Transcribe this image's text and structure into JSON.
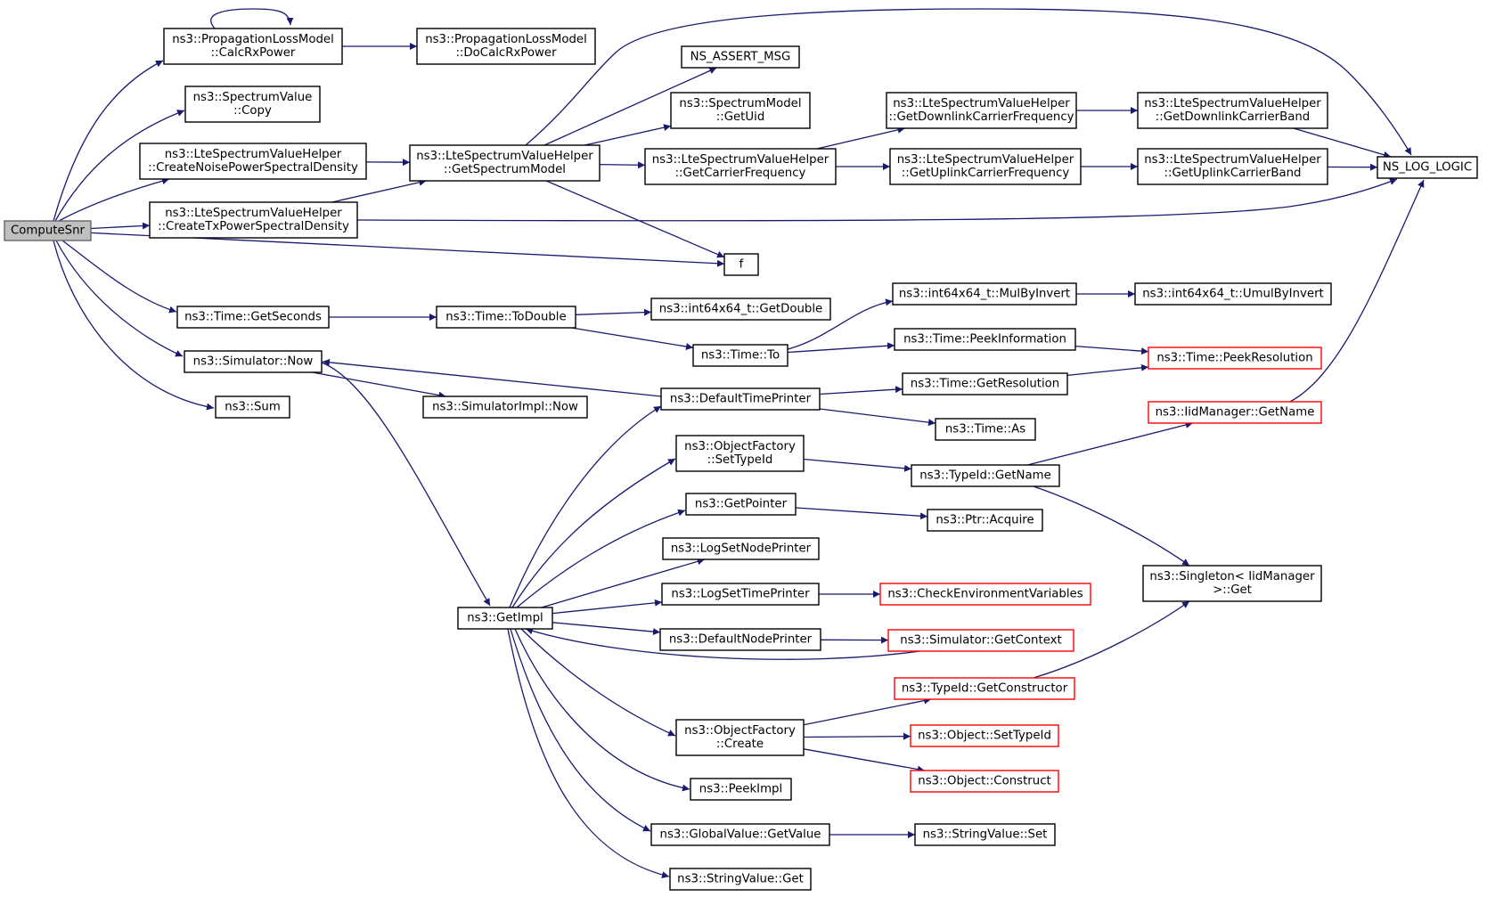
{
  "graph": {
    "colors": {
      "edge": "#191970",
      "node_border": "#000000",
      "root_fill": "#bfbfbf",
      "truncated_border": "#ff0000"
    },
    "nodes": [
      {
        "id": "ComputeSnr",
        "lines": [
          "ComputeSnr"
        ],
        "root": true
      },
      {
        "id": "PLM_CalcRxPower",
        "lines": [
          "ns3::PropagationLossModel",
          "::CalcRxPower"
        ]
      },
      {
        "id": "PLM_DoCalcRxPower",
        "lines": [
          "ns3::PropagationLossModel",
          "::DoCalcRxPower"
        ]
      },
      {
        "id": "SV_Copy",
        "lines": [
          "ns3::SpectrumValue",
          "::Copy"
        ]
      },
      {
        "id": "LSVH_CreateNoise",
        "lines": [
          "ns3::LteSpectrumValueHelper",
          "::CreateNoisePowerSpectralDensity"
        ]
      },
      {
        "id": "LSVH_CreateTx",
        "lines": [
          "ns3::LteSpectrumValueHelper",
          "::CreateTxPowerSpectralDensity"
        ]
      },
      {
        "id": "LSVH_GetSpectrumModel",
        "lines": [
          "ns3::LteSpectrumValueHelper",
          "::GetSpectrumModel"
        ]
      },
      {
        "id": "NS_ASSERT_MSG",
        "lines": [
          "NS_ASSERT_MSG"
        ]
      },
      {
        "id": "SM_GetUid",
        "lines": [
          "ns3::SpectrumModel",
          "::GetUid"
        ]
      },
      {
        "id": "LSVH_GetCarrierFreq",
        "lines": [
          "ns3::LteSpectrumValueHelper",
          "::GetCarrierFrequency"
        ]
      },
      {
        "id": "LSVH_GetDLFreq",
        "lines": [
          "ns3::LteSpectrumValueHelper",
          "::GetDownlinkCarrierFrequency"
        ]
      },
      {
        "id": "LSVH_GetULFreq",
        "lines": [
          "ns3::LteSpectrumValueHelper",
          "::GetUplinkCarrierFrequency"
        ]
      },
      {
        "id": "LSVH_GetDLBand",
        "lines": [
          "ns3::LteSpectrumValueHelper",
          "::GetDownlinkCarrierBand"
        ]
      },
      {
        "id": "LSVH_GetULBand",
        "lines": [
          "ns3::LteSpectrumValueHelper",
          "::GetUplinkCarrierBand"
        ]
      },
      {
        "id": "NS_LOG_LOGIC",
        "lines": [
          "NS_LOG_LOGIC"
        ]
      },
      {
        "id": "f",
        "lines": [
          "f"
        ]
      },
      {
        "id": "Time_GetSeconds",
        "lines": [
          "ns3::Time::GetSeconds"
        ]
      },
      {
        "id": "Time_ToDouble",
        "lines": [
          "ns3::Time::ToDouble"
        ]
      },
      {
        "id": "i64_GetDouble",
        "lines": [
          "ns3::int64x64_t::GetDouble"
        ]
      },
      {
        "id": "i64_MulByInvert",
        "lines": [
          "ns3::int64x64_t::MulByInvert"
        ]
      },
      {
        "id": "i64_UmulByInvert",
        "lines": [
          "ns3::int64x64_t::UmulByInvert"
        ]
      },
      {
        "id": "Time_To",
        "lines": [
          "ns3::Time::To"
        ]
      },
      {
        "id": "Time_PeekInformation",
        "lines": [
          "ns3::Time::PeekInformation"
        ]
      },
      {
        "id": "Time_PeekResolution",
        "lines": [
          "ns3::Time::PeekResolution"
        ],
        "truncated": true
      },
      {
        "id": "Simulator_Now",
        "lines": [
          "ns3::Simulator::Now"
        ]
      },
      {
        "id": "SimulatorImpl_Now",
        "lines": [
          "ns3::SimulatorImpl::Now"
        ]
      },
      {
        "id": "DefaultTimePrinter",
        "lines": [
          "ns3::DefaultTimePrinter"
        ]
      },
      {
        "id": "Time_GetResolution",
        "lines": [
          "ns3::Time::GetResolution"
        ]
      },
      {
        "id": "Time_As",
        "lines": [
          "ns3::Time::As"
        ]
      },
      {
        "id": "Sum",
        "lines": [
          "ns3::Sum"
        ]
      },
      {
        "id": "IidManager_GetName",
        "lines": [
          "ns3::IidManager::GetName"
        ],
        "truncated": true
      },
      {
        "id": "OF_SetTypeId",
        "lines": [
          "ns3::ObjectFactory",
          "::SetTypeId"
        ]
      },
      {
        "id": "TypeId_GetName",
        "lines": [
          "ns3::TypeId::GetName"
        ]
      },
      {
        "id": "GetPointer",
        "lines": [
          "ns3::GetPointer"
        ]
      },
      {
        "id": "Ptr_Acquire",
        "lines": [
          "ns3::Ptr::Acquire"
        ]
      },
      {
        "id": "LogSetNodePrinter",
        "lines": [
          "ns3::LogSetNodePrinter"
        ]
      },
      {
        "id": "Singleton_Get",
        "lines": [
          "ns3::Singleton< IidManager",
          ">::Get"
        ]
      },
      {
        "id": "LogSetTimePrinter",
        "lines": [
          "ns3::LogSetTimePrinter"
        ]
      },
      {
        "id": "CheckEnvVars",
        "lines": [
          "ns3::CheckEnvironmentVariables"
        ],
        "truncated": true
      },
      {
        "id": "GetImpl",
        "lines": [
          "ns3::GetImpl"
        ]
      },
      {
        "id": "DefaultNodePrinter",
        "lines": [
          "ns3::DefaultNodePrinter"
        ]
      },
      {
        "id": "Simulator_GetContext",
        "lines": [
          "ns3::Simulator::GetContext"
        ],
        "truncated": true
      },
      {
        "id": "TypeId_GetConstructor",
        "lines": [
          "ns3::TypeId::GetConstructor"
        ],
        "truncated": true
      },
      {
        "id": "OF_Create",
        "lines": [
          "ns3::ObjectFactory",
          "::Create"
        ]
      },
      {
        "id": "Object_SetTypeId",
        "lines": [
          "ns3::Object::SetTypeId"
        ],
        "truncated": true
      },
      {
        "id": "Object_Construct",
        "lines": [
          "ns3::Object::Construct"
        ],
        "truncated": true
      },
      {
        "id": "PeekImpl",
        "lines": [
          "ns3::PeekImpl"
        ]
      },
      {
        "id": "GV_GetValue",
        "lines": [
          "ns3::GlobalValue::GetValue"
        ]
      },
      {
        "id": "StringValue_Set",
        "lines": [
          "ns3::StringValue::Set"
        ]
      },
      {
        "id": "StringValue_Get",
        "lines": [
          "ns3::StringValue::Get"
        ]
      }
    ],
    "edges": [
      [
        "ComputeSnr",
        "PLM_CalcRxPower"
      ],
      [
        "PLM_CalcRxPower",
        "PLM_CalcRxPower"
      ],
      [
        "PLM_CalcRxPower",
        "PLM_DoCalcRxPower"
      ],
      [
        "ComputeSnr",
        "SV_Copy"
      ],
      [
        "ComputeSnr",
        "LSVH_CreateNoise"
      ],
      [
        "LSVH_CreateNoise",
        "LSVH_GetSpectrumModel"
      ],
      [
        "ComputeSnr",
        "LSVH_CreateTx"
      ],
      [
        "LSVH_CreateTx",
        "LSVH_GetSpectrumModel"
      ],
      [
        "LSVH_CreateTx",
        "NS_LOG_LOGIC"
      ],
      [
        "LSVH_GetSpectrumModel",
        "NS_LOG_LOGIC"
      ],
      [
        "LSVH_GetSpectrumModel",
        "NS_ASSERT_MSG"
      ],
      [
        "LSVH_GetSpectrumModel",
        "SM_GetUid"
      ],
      [
        "LSVH_GetSpectrumModel",
        "LSVH_GetCarrierFreq"
      ],
      [
        "LSVH_GetSpectrumModel",
        "f"
      ],
      [
        "LSVH_GetCarrierFreq",
        "LSVH_GetDLFreq"
      ],
      [
        "LSVH_GetCarrierFreq",
        "LSVH_GetULFreq"
      ],
      [
        "LSVH_GetDLFreq",
        "LSVH_GetDLBand"
      ],
      [
        "LSVH_GetULFreq",
        "LSVH_GetULBand"
      ],
      [
        "LSVH_GetDLBand",
        "NS_LOG_LOGIC"
      ],
      [
        "LSVH_GetULBand",
        "NS_LOG_LOGIC"
      ],
      [
        "ComputeSnr",
        "f"
      ],
      [
        "ComputeSnr",
        "Time_GetSeconds"
      ],
      [
        "Time_GetSeconds",
        "Time_ToDouble"
      ],
      [
        "Time_ToDouble",
        "i64_GetDouble"
      ],
      [
        "Time_ToDouble",
        "Time_To"
      ],
      [
        "Time_To",
        "i64_MulByInvert"
      ],
      [
        "i64_MulByInvert",
        "i64_UmulByInvert"
      ],
      [
        "Time_To",
        "Time_PeekInformation"
      ],
      [
        "Time_PeekInformation",
        "Time_PeekResolution"
      ],
      [
        "ComputeSnr",
        "Simulator_Now"
      ],
      [
        "Simulator_Now",
        "SimulatorImpl_Now"
      ],
      [
        "Simulator_Now",
        "GetImpl"
      ],
      [
        "ComputeSnr",
        "Sum"
      ],
      [
        "DefaultTimePrinter",
        "Simulator_Now"
      ],
      [
        "DefaultTimePrinter",
        "Time_GetResolution"
      ],
      [
        "Time_GetResolution",
        "Time_PeekResolution"
      ],
      [
        "DefaultTimePrinter",
        "Time_As"
      ],
      [
        "GetImpl",
        "DefaultTimePrinter"
      ],
      [
        "GetImpl",
        "OF_SetTypeId"
      ],
      [
        "OF_SetTypeId",
        "TypeId_GetName"
      ],
      [
        "TypeId_GetName",
        "IidManager_GetName"
      ],
      [
        "TypeId_GetName",
        "Singleton_Get"
      ],
      [
        "IidManager_GetName",
        "NS_LOG_LOGIC"
      ],
      [
        "GetImpl",
        "GetPointer"
      ],
      [
        "GetPointer",
        "Ptr_Acquire"
      ],
      [
        "GetImpl",
        "LogSetNodePrinter"
      ],
      [
        "GetImpl",
        "LogSetTimePrinter"
      ],
      [
        "LogSetTimePrinter",
        "CheckEnvVars"
      ],
      [
        "GetImpl",
        "DefaultNodePrinter"
      ],
      [
        "DefaultNodePrinter",
        "Simulator_GetContext"
      ],
      [
        "Simulator_GetContext",
        "GetImpl"
      ],
      [
        "GetImpl",
        "OF_Create"
      ],
      [
        "OF_Create",
        "TypeId_GetConstructor"
      ],
      [
        "TypeId_GetConstructor",
        "Singleton_Get"
      ],
      [
        "OF_Create",
        "Object_SetTypeId"
      ],
      [
        "OF_Create",
        "Object_Construct"
      ],
      [
        "GetImpl",
        "PeekImpl"
      ],
      [
        "GetImpl",
        "GV_GetValue"
      ],
      [
        "GV_GetValue",
        "StringValue_Set"
      ],
      [
        "GetImpl",
        "StringValue_Get"
      ]
    ]
  }
}
